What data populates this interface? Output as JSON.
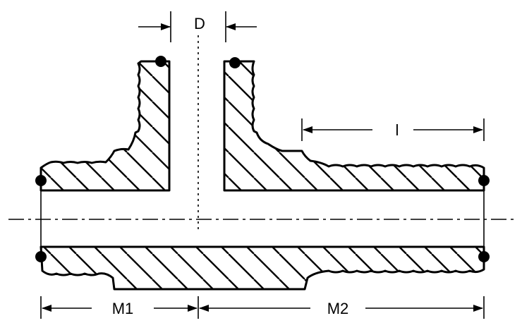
{
  "labels": {
    "d": "D",
    "l": "l",
    "m1": "M1",
    "m2": "M2"
  },
  "colors": {
    "ink": "#000000",
    "paper": "#ffffff"
  }
}
